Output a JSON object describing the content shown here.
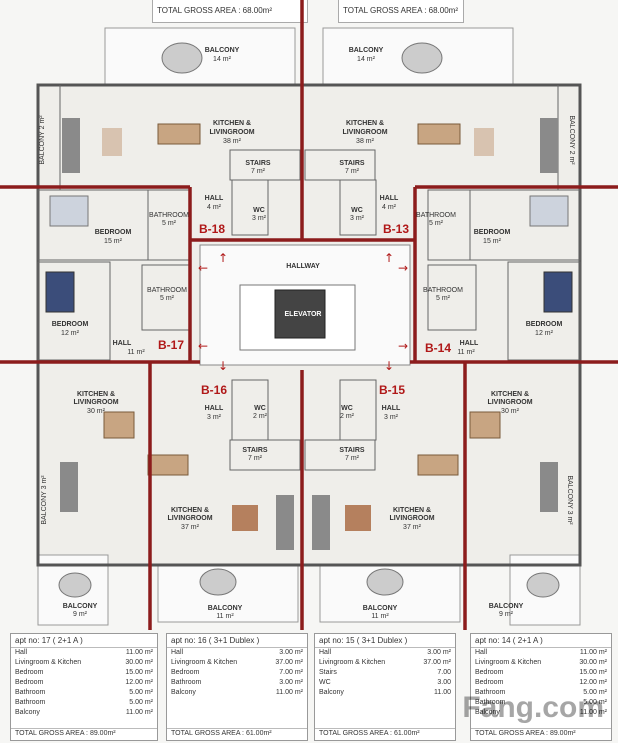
{
  "top": {
    "left_total": "TOTAL GROSS AREA : 68.00m²",
    "right_total": "TOTAL GROSS AREA : 68.00m²"
  },
  "center": {
    "hallway": "HALLWAY",
    "elevator": "ELEVATOR"
  },
  "apt_tags": {
    "b18": "B-18",
    "b13": "B-13",
    "b17": "B-17",
    "b14": "B-14",
    "b16": "B-16",
    "b15": "B-15"
  },
  "rooms": {
    "tl_balcony": {
      "name": "BALCONY",
      "area": "14 m²"
    },
    "tr_balcony": {
      "name": "BALCONY",
      "area": "14 m²"
    },
    "tl_kitchen": {
      "name1": "KITCHEN &",
      "name2": "LIVINGROOM",
      "area": "38 m²"
    },
    "tr_kitchen": {
      "name1": "KITCHEN &",
      "name2": "LIVINGROOM",
      "area": "38 m²"
    },
    "tl_stairs": {
      "name": "STAIRS",
      "area": "7 m²"
    },
    "tr_stairs": {
      "name": "STAIRS",
      "area": "7 m²"
    },
    "tl_hall": {
      "name": "HALL",
      "area": "4 m²"
    },
    "tr_hall": {
      "name": "HALL",
      "area": "4 m²"
    },
    "tl_wc": {
      "name": "WC",
      "area": "3 m²"
    },
    "tr_wc": {
      "name": "WC",
      "area": "3 m²"
    },
    "l_bedroom1": {
      "name": "BEDROOM",
      "area": "15 m²"
    },
    "r_bedroom1": {
      "name": "BEDROOM",
      "area": "15 m²"
    },
    "l_bath1": {
      "name": "BATHROOM",
      "area": "5 m²"
    },
    "r_bath1": {
      "name": "BATHROOM",
      "area": "5 m²"
    },
    "l_bath2": {
      "name": "BATHROOM",
      "area": "5 m²"
    },
    "r_bath2": {
      "name": "BATHROOM",
      "area": "5 m²"
    },
    "l_bedroom2": {
      "name": "BEDROOM",
      "area": "12 m²"
    },
    "r_bedroom2": {
      "name": "BEDROOM",
      "area": "12 m²"
    },
    "l_hall": {
      "name": "HALL",
      "area": "11 m²"
    },
    "r_hall": {
      "name": "HALL",
      "area": "11 m²"
    },
    "l_kitchen": {
      "name1": "KITCHEN &",
      "name2": "LIVINGROOM",
      "area": "30 m²"
    },
    "r_kitchen": {
      "name1": "KITCHEN &",
      "name2": "LIVINGROOM",
      "area": "30 m²"
    },
    "bl_hall": {
      "name": "HALL",
      "area": "3 m²"
    },
    "br_hall": {
      "name": "HALL",
      "area": "3 m²"
    },
    "bl_wc": {
      "name": "WC",
      "area": "2 m²"
    },
    "br_wc": {
      "name": "WC",
      "area": "2 m²"
    },
    "bl_stairs": {
      "name": "STAIRS",
      "area": "7 m²"
    },
    "br_stairs": {
      "name": "STAIRS",
      "area": "7 m²"
    },
    "bl_kitchen": {
      "name1": "KITCHEN &",
      "name2": "LIVINGROOM",
      "area": "37 m²"
    },
    "br_kitchen": {
      "name1": "KITCHEN &",
      "name2": "LIVINGROOM",
      "area": "37 m²"
    },
    "bl_balcony": {
      "name": "BALCONY",
      "area": "11 m²"
    },
    "br_balcony": {
      "name": "BALCONY",
      "area": "11 m²"
    },
    "fl_balcony": {
      "name": "BALCONY",
      "area": "9 m²"
    },
    "fr_balcony": {
      "name": "BALCONY",
      "area": "9 m²"
    },
    "ml_balcony": {
      "name": "BALCONY",
      "area": "3 m²"
    },
    "mr_balcony": {
      "name": "BALCONY",
      "area": "3 m²"
    },
    "ul_balcony": {
      "name": "BALCONY",
      "area": "2 m²"
    },
    "ur_balcony": {
      "name": "BALCONY",
      "area": "2 m²"
    }
  },
  "tables": [
    {
      "title": "apt no: 17 ( 2+1 A )",
      "rows": [
        [
          "Hall",
          "11.00 m²"
        ],
        [
          "Livingroom & Kitchen",
          "30.00 m²"
        ],
        [
          "Bedroom",
          "15.00 m²"
        ],
        [
          "Bedroom",
          "12.00 m²"
        ],
        [
          "Bathroom",
          "5.00 m²"
        ],
        [
          "Bathroom",
          "5.00 m²"
        ],
        [
          "Balcony",
          "11.00 m²"
        ]
      ],
      "total": "TOTAL GROSS AREA : 89.00m²"
    },
    {
      "title": "apt no: 16 ( 3+1 Dublex )",
      "rows": [
        [
          "Hall",
          "3.00 m²"
        ],
        [
          "Livingroom & Kitchen",
          "37.00 m²"
        ],
        [
          "Bedroom",
          "7.00 m²"
        ],
        [
          "Bathroom",
          "3.00 m²"
        ],
        [
          "Balcony",
          "11.00 m²"
        ]
      ],
      "total": "TOTAL GROSS AREA : 61.00m²"
    },
    {
      "title": "apt no: 15 ( 3+1 Dublex )",
      "rows": [
        [
          "Hall",
          "3.00 m²"
        ],
        [
          "Livingroom & Kitchen",
          "37.00 m²"
        ],
        [
          "Stairs",
          "7.00"
        ],
        [
          "WC",
          "3.00"
        ],
        [
          "Balcony",
          "11.00"
        ]
      ],
      "total": "TOTAL GROSS AREA : 61.00m²"
    },
    {
      "title": "apt no: 14 ( 2+1 A )",
      "rows": [
        [
          "Hall",
          "11.00 m²"
        ],
        [
          "Livingroom & Kitchen",
          "30.00 m²"
        ],
        [
          "Bedroom",
          "15.00 m²"
        ],
        [
          "Bedroom",
          "12.00 m²"
        ],
        [
          "Bathroom",
          "5.00 m²"
        ],
        [
          "Bathroom",
          "5.00 m²"
        ],
        [
          "Balcony",
          "11.00 m²"
        ]
      ],
      "total": "TOTAL GROSS AREA : 89.00m²"
    }
  ],
  "watermark": "Fang.com"
}
